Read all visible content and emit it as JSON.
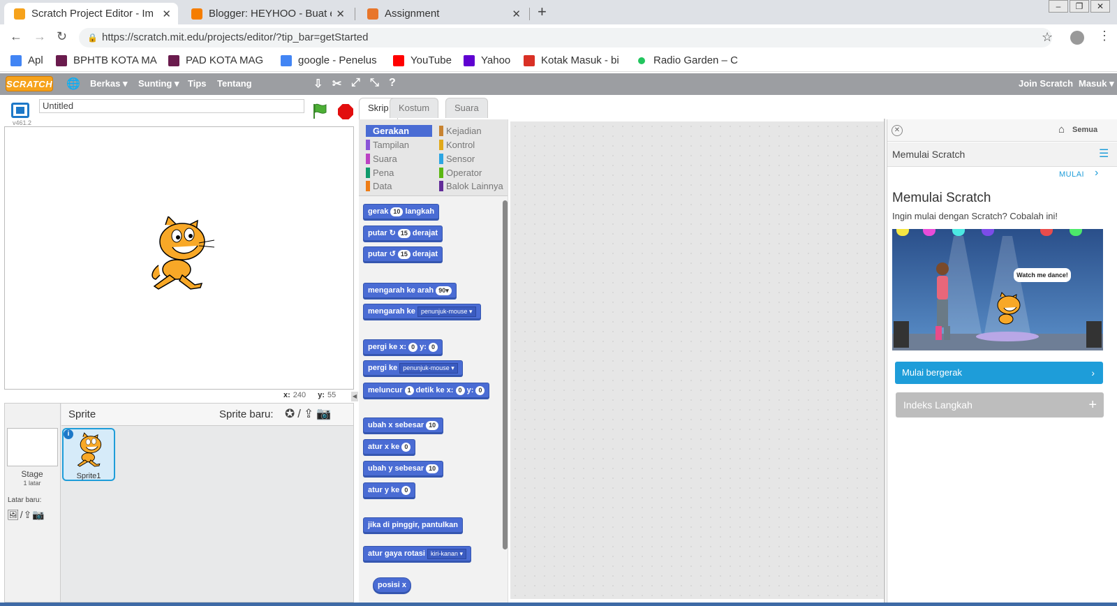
{
  "browser": {
    "tabs": [
      {
        "title": "Scratch Project Editor - Im",
        "favicon_color": "#f6a21b",
        "active": true
      },
      {
        "title": "Blogger: HEYHOO - Buat e",
        "favicon_color": "#f57d00",
        "active": false
      },
      {
        "title": "Assignment",
        "favicon_color": "#e8762b",
        "active": false
      }
    ],
    "url": "https://scratch.mit.edu/projects/editor/?tip_bar=getStarted",
    "bookmarks": [
      {
        "label": "Apl",
        "icon_color": "#4285f4"
      },
      {
        "label": "BPHTB KOTA MA",
        "icon_color": "#6a1b4d"
      },
      {
        "label": "PAD KOTA MAG",
        "icon_color": "#6a1b4d"
      },
      {
        "label": "google - Penelus",
        "icon_color": "#4285f4"
      },
      {
        "label": "YouTube",
        "icon_color": "#ff0000"
      },
      {
        "label": "Yahoo",
        "icon_color": "#5f01d1"
      },
      {
        "label": "Kotak Masuk - bi",
        "icon_color": "#d93025"
      },
      {
        "label": "Radio Garden – C",
        "icon_color": "#22c55e"
      }
    ]
  },
  "scratch": {
    "logo": "SCRATCH",
    "menu": [
      "Berkas ▾",
      "Sunting ▾",
      "Tips",
      "Tentang"
    ],
    "right_menu": [
      "Join Scratch",
      "Masuk ▾"
    ],
    "version": "v461.2",
    "project_title": "Untitled",
    "coords": {
      "x_label": "x:",
      "x": "240",
      "y_label": "y:",
      "y": "55"
    },
    "sprite_pane": {
      "title": "Sprite",
      "new_sprite": "Sprite baru:",
      "stage_label": "Stage",
      "stage_sub": "1 latar",
      "new_backdrop": "Latar baru:",
      "sprite_name": "Sprite1",
      "info": "i"
    },
    "tabs": [
      "Skrip",
      "Kostum",
      "Suara"
    ],
    "categories": [
      {
        "label": "Gerakan",
        "color": "#4a6cd4"
      },
      {
        "label": "Kejadian",
        "color": "#c88330"
      },
      {
        "label": "Tampilan",
        "color": "#8a55d7"
      },
      {
        "label": "Kontrol",
        "color": "#e1a91a"
      },
      {
        "label": "Suara",
        "color": "#bb42c3"
      },
      {
        "label": "Sensor",
        "color": "#2ca5e2"
      },
      {
        "label": "Pena",
        "color": "#0e9a6c"
      },
      {
        "label": "Operator",
        "color": "#5cb712"
      },
      {
        "label": "Data",
        "color": "#ee7d16"
      },
      {
        "label": "Balok Lainnya",
        "color": "#632d99"
      }
    ],
    "blocks": {
      "b1": {
        "a": "gerak",
        "v": "10",
        "b": "langkah"
      },
      "b2": {
        "a": "putar",
        "icon": "↻",
        "v": "15",
        "b": "derajat"
      },
      "b3": {
        "a": "putar",
        "icon": "↺",
        "v": "15",
        "b": "derajat"
      },
      "b4": {
        "a": "mengarah ke arah",
        "v": "90▾"
      },
      "b5": {
        "a": "mengarah ke",
        "d": "penunjuk-mouse ▾"
      },
      "b6": {
        "a": "pergi ke x:",
        "v": "0",
        "b": "y:",
        "v2": "0"
      },
      "b7": {
        "a": "pergi ke",
        "d": "penunjuk-mouse ▾"
      },
      "b8": {
        "a": "meluncur",
        "v": "1",
        "b": "detik ke x:",
        "v2": "0",
        "c": "y:",
        "v3": "0"
      },
      "b9": {
        "a": "ubah x sebesar",
        "v": "10"
      },
      "b10": {
        "a": "atur x ke",
        "v": "0"
      },
      "b11": {
        "a": "ubah y sebesar",
        "v": "10"
      },
      "b12": {
        "a": "atur y ke",
        "v": "0"
      },
      "b13": {
        "a": "jika di pinggir, pantulkan"
      },
      "b14": {
        "a": "atur gaya rotasi",
        "d": "kiri-kanan ▾"
      },
      "b15": {
        "a": "posisi x"
      }
    },
    "tips": {
      "all": "Semua",
      "section": "Memulai Scratch",
      "start": "MULAI",
      "heading": "Memulai Scratch",
      "sub": "Ingin mulai dengan Scratch? Cobalah ini!",
      "bubble": "Watch me dance!",
      "btn_primary": "Mulai bergerak",
      "btn_secondary": "Indeks Langkah"
    }
  }
}
